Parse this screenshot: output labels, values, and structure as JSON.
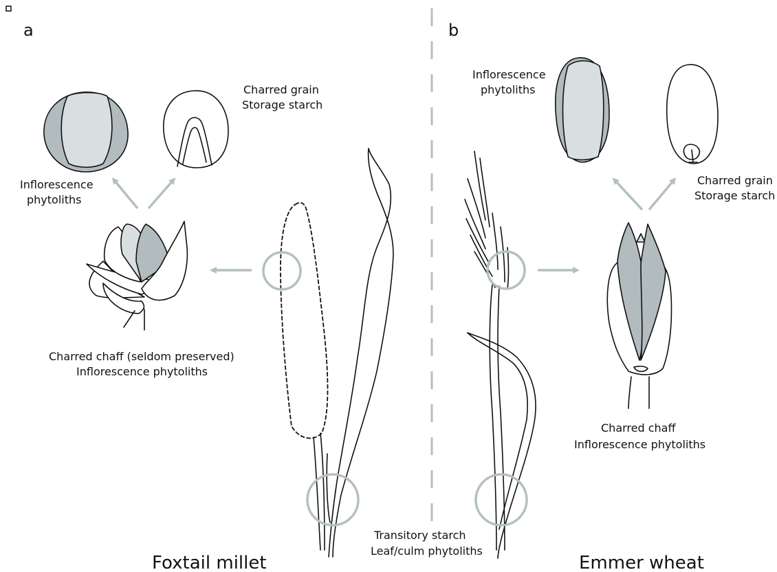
{
  "panels": {
    "a": {
      "letter": "a",
      "species": "Foxtail millet",
      "grain_labels": [
        "Charred grain",
        "Storage starch"
      ],
      "phytolith_labels": [
        "Inflorescence",
        "phytoliths"
      ],
      "chaff_labels": [
        "Charred chaff (seldom preserved)",
        "Inflorescence phytoliths"
      ]
    },
    "b": {
      "letter": "b",
      "species": "Emmer wheat",
      "grain_labels": [
        "Charred grain",
        "Storage starch"
      ],
      "phytolith_labels": [
        "Inflorescence",
        "phytoliths"
      ],
      "chaff_labels": [
        "Charred chaff",
        "Inflorescence phytoliths"
      ]
    }
  },
  "shared": {
    "stem_labels": [
      "Transitory starch",
      "Leaf/culm phytoliths"
    ]
  },
  "colors": {
    "highlight_ring": "#b4bfc3",
    "phytolith_fill": "#b2bbbe",
    "grain_inner_fill": "#d9dfe1"
  }
}
